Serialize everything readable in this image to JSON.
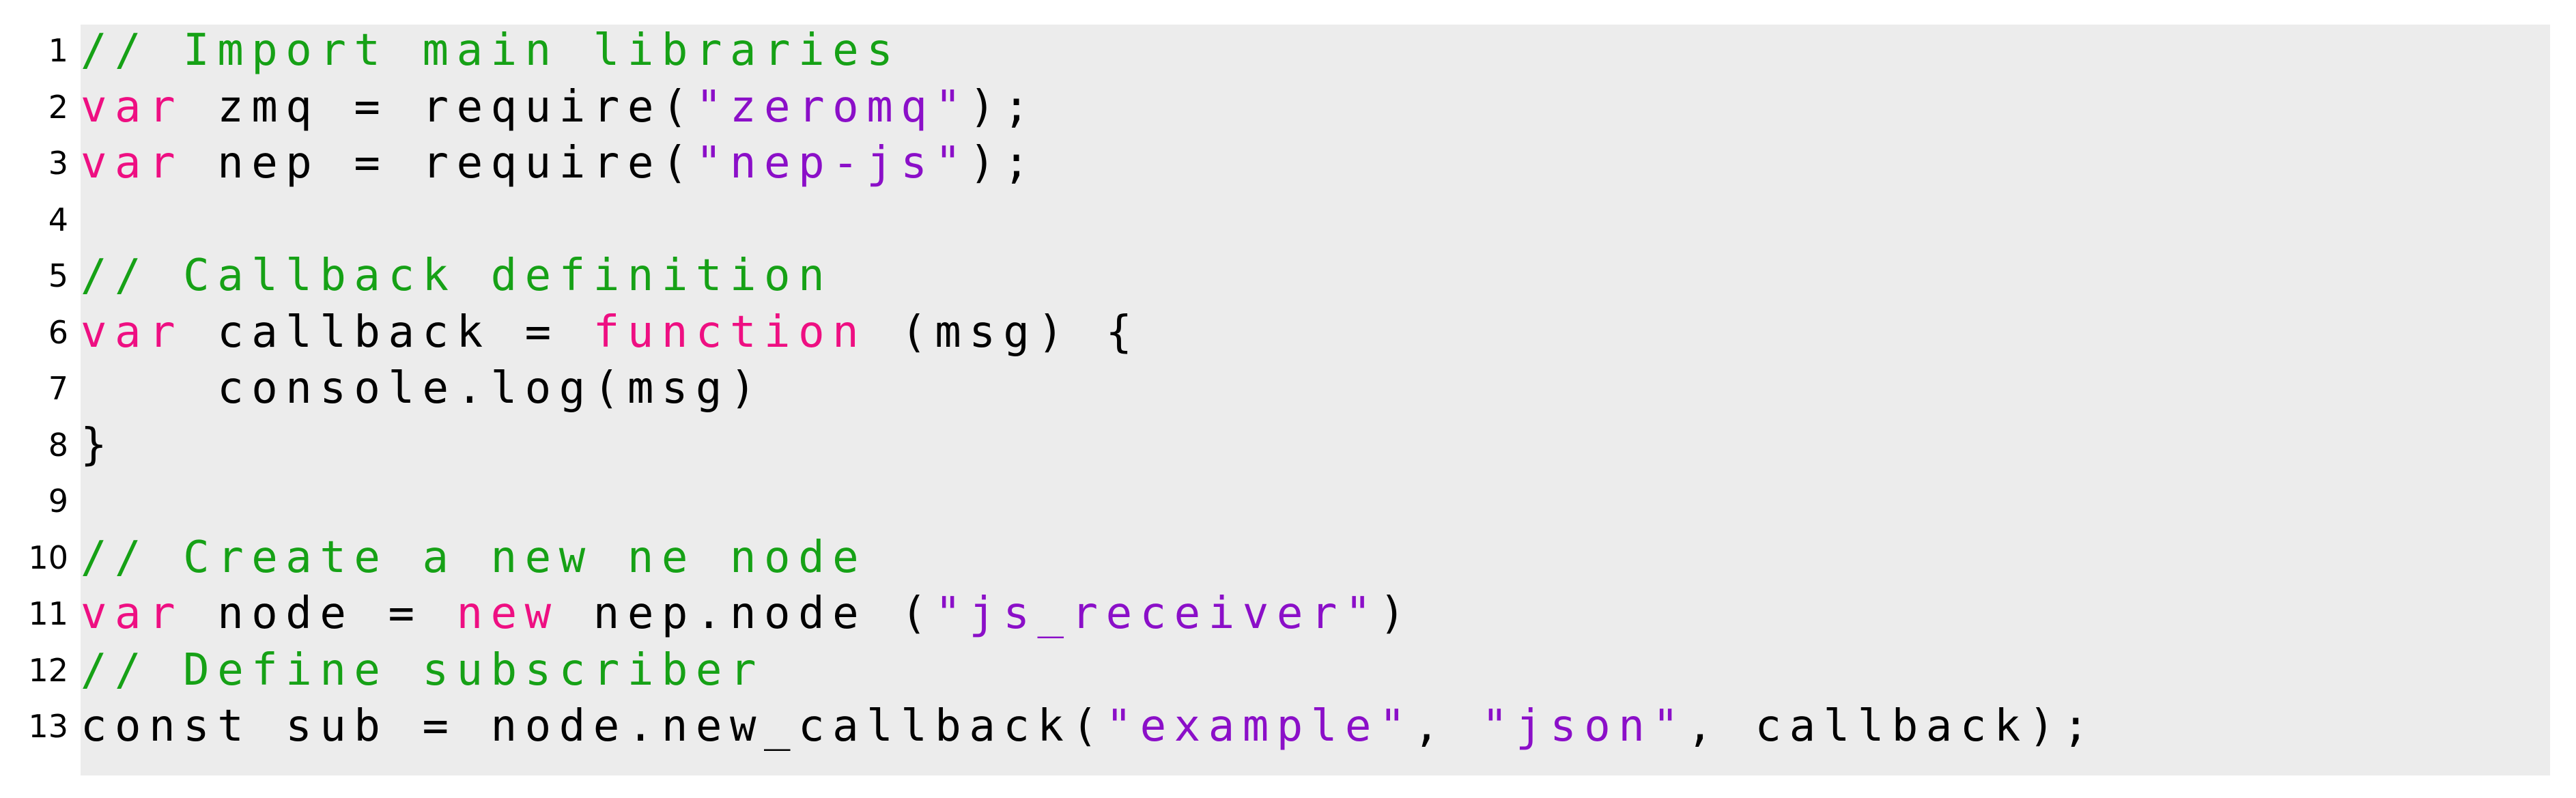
{
  "code_listing": {
    "colors": {
      "background": "#ececec",
      "comment": "#16a116",
      "keyword": "#ee0f82",
      "string": "#8b0fc8",
      "plain": "#000000"
    },
    "lines": [
      {
        "number": "1",
        "tokens": [
          {
            "t": "comment",
            "text": "// Import main libraries"
          }
        ]
      },
      {
        "number": "2",
        "tokens": [
          {
            "t": "keyword",
            "text": "var"
          },
          {
            "t": "plain",
            "text": " zmq = require("
          },
          {
            "t": "string",
            "text": "\"zeromq\""
          },
          {
            "t": "plain",
            "text": ");"
          }
        ]
      },
      {
        "number": "3",
        "tokens": [
          {
            "t": "keyword",
            "text": "var"
          },
          {
            "t": "plain",
            "text": " nep = require("
          },
          {
            "t": "string",
            "text": "\"nep-js\""
          },
          {
            "t": "plain",
            "text": ");"
          }
        ]
      },
      {
        "number": "4",
        "tokens": []
      },
      {
        "number": "5",
        "tokens": [
          {
            "t": "comment",
            "text": "// Callback definition"
          }
        ]
      },
      {
        "number": "6",
        "tokens": [
          {
            "t": "keyword",
            "text": "var"
          },
          {
            "t": "plain",
            "text": " callback = "
          },
          {
            "t": "keyword",
            "text": "function"
          },
          {
            "t": "plain",
            "text": " (msg) {"
          }
        ]
      },
      {
        "number": "7",
        "tokens": [
          {
            "t": "plain",
            "text": "    console.log(msg)"
          }
        ]
      },
      {
        "number": "8",
        "tokens": [
          {
            "t": "plain",
            "text": "}"
          }
        ]
      },
      {
        "number": "9",
        "tokens": []
      },
      {
        "number": "10",
        "tokens": [
          {
            "t": "comment",
            "text": "// Create a new ne node"
          }
        ]
      },
      {
        "number": "11",
        "tokens": [
          {
            "t": "keyword",
            "text": "var"
          },
          {
            "t": "plain",
            "text": " node = "
          },
          {
            "t": "keyword",
            "text": "new"
          },
          {
            "t": "plain",
            "text": " nep.node ("
          },
          {
            "t": "string",
            "text": "\"js_receiver\""
          },
          {
            "t": "plain",
            "text": ")"
          }
        ]
      },
      {
        "number": "12",
        "tokens": [
          {
            "t": "comment",
            "text": "// Define subscriber"
          }
        ]
      },
      {
        "number": "13",
        "tokens": [
          {
            "t": "plain",
            "text": "const sub = node.new_callback("
          },
          {
            "t": "string",
            "text": "\"example\""
          },
          {
            "t": "plain",
            "text": ", "
          },
          {
            "t": "string",
            "text": "\"json\""
          },
          {
            "t": "plain",
            "text": ", callback);"
          }
        ]
      }
    ]
  }
}
